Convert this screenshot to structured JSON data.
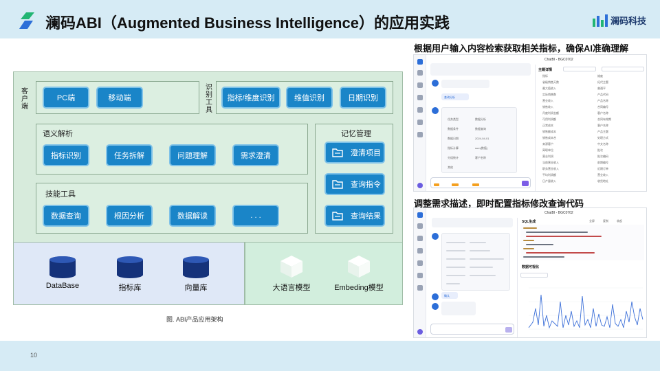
{
  "header": {
    "title": "澜码ABI（Augmented Business Intelligence）的应用实践",
    "brand": "澜码科技"
  },
  "architecture": {
    "client": {
      "label": "客户端",
      "buttons": [
        "PC端",
        "移动端"
      ]
    },
    "recognition": {
      "label": "识别工具",
      "buttons": [
        "指标/维度识别",
        "维值识别",
        "日期识别"
      ]
    },
    "semantic": {
      "label": "语义解析",
      "buttons": [
        "指标识别",
        "任务拆解",
        "问题理解",
        "需求澄清"
      ]
    },
    "skills": {
      "label": "技能工具",
      "buttons": [
        "数据查询",
        "根因分析",
        "数据解读",
        ". . ."
      ]
    },
    "memory": {
      "label": "记忆管理",
      "buttons": [
        "澄清项目",
        "查询指令",
        "查询结果"
      ]
    },
    "storage": [
      "DataBase",
      "指标库",
      "向量库"
    ],
    "models": [
      "大语言模型",
      "Embeding模型"
    ],
    "caption": "图. ABI产品应用架构"
  },
  "right": {
    "top_title": "根据用户输入内容检索获取相关指标，确保AI准确理解",
    "bottom_title": "调整需求描述，即时配置指标修改查询代码",
    "shot1": {
      "app": "ChatBI - BGC0702",
      "panel_title": "主题详情",
      "list": [
        "指标",
        "省级销售天数",
        "最大值收入",
        "实际销售数",
        "营业收入",
        "销售收入",
        "月度利润金额",
        "可用利润额",
        "正常成本",
        "销售额成本",
        "销售成本合",
        "来源客户",
        "离职单位",
        "营业利润",
        "当前营业收入",
        "职务营业收入",
        "平均利润额",
        "日产量收入"
      ],
      "list2": [
        "维度",
        "纪代主题",
        "普通平",
        "产品代码",
        "产品名称",
        "合同编号",
        "客户名称",
        "合同有效期",
        "客户名称",
        "产品主题",
        "处理方式",
        "中文名称",
        "批次",
        "批次编码",
        "前期编号",
        "近期订单",
        "营业收入",
        "收货地址"
      ],
      "bot_reply": "查询分析",
      "fields": [
        [
          "任务类型",
          "数据分析"
        ],
        [
          "数据条件",
          "数据查询"
        ],
        [
          "数据日期",
          "2024-04-01"
        ],
        [
          "指标计算",
          "sum(数值)"
        ],
        [
          "分组统计",
          "客户名称"
        ],
        [
          "其他",
          ""
        ]
      ]
    },
    "shot2": {
      "app": "ChatBI - BGC0702",
      "code_title": "SQL生成",
      "chart_title": "数据可视化",
      "buttons": [
        "全屏",
        "复制",
        "收起"
      ],
      "bot_reply": "确认"
    }
  }
}
